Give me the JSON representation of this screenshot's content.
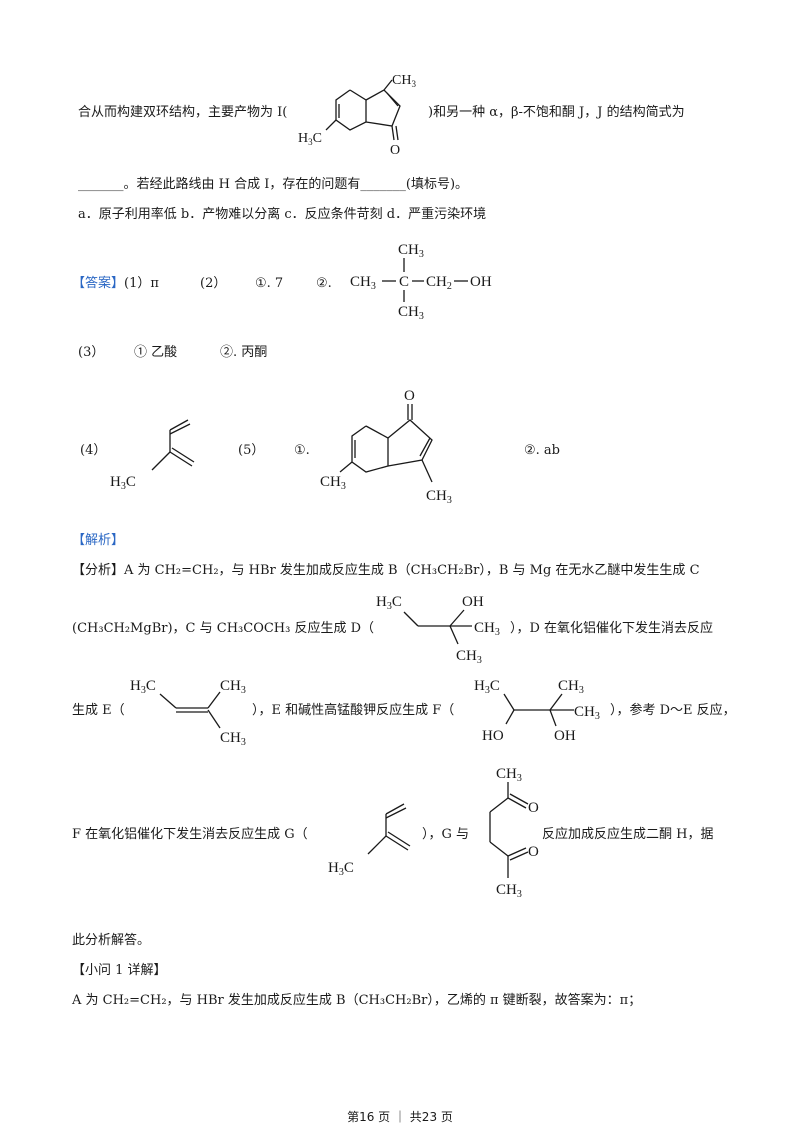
{
  "para1": {
    "pre": "合从而构建双环结构，主要产物为 I(",
    "post": ")和另一种 α，β-不饱和酮 J，J 的结构简式为"
  },
  "para2": "_______。若经此路线由 H 合成 I，存在的问题有_______(填标号)。",
  "options": "a．原子利用率低    b．产物难以分离    c．反应条件苛刻    d．严重污染环境",
  "answer": {
    "tag": "【答案】",
    "q1": "(1）π",
    "q2": "(2）",
    "q2_1": "①. 7",
    "q2_2": "②.",
    "q3": "(3）",
    "q3_1": "① 乙酸",
    "q3_2": "②. 丙酮",
    "q4": "(4）",
    "q5": "(5）",
    "q5_1": "①.",
    "q5_2": "②. ab"
  },
  "analysis": {
    "tag": "【解析】",
    "l1": "【分析】A 为 CH₂=CH₂，与 HBr 发生加成反应生成 B（CH₃CH₂Br），B 与 Mg 在无水乙醚中发生生成 C",
    "l2a": "(CH₃CH₂MgBr)，C 与 CH₃COCH₃ 反应生成 D（",
    "l2b": "），D 在氧化铝催化下发生消去反应",
    "l3a": "生成 E（",
    "l3b": "），E 和碱性高锰酸钾反应生成 F（",
    "l3c": "），参考 D～E 反应，",
    "l4a": "F 在氧化铝催化下发生消去反应生成 G（",
    "l4b": "），G 与",
    "l4c": "反应加成反应生成二酮 H，据",
    "l5": "此分析解答。",
    "sub_tag": "【小问 1 详解】",
    "l6": "A 为 CH₂=CH₂，与 HBr 发生加成反应生成 B（CH₃CH₂Br），乙烯的 π 键断裂，故答案为：π；"
  },
  "chem": {
    "CH3": "CH",
    "H3C": "H",
    "O": "O",
    "OH": "OH",
    "HO": "HO",
    "chain_mid": "CH₃—C—CH₂—OH",
    "sub3": "3",
    "sub2": "2"
  },
  "footer": "第16 页 ｜ 共23 页"
}
